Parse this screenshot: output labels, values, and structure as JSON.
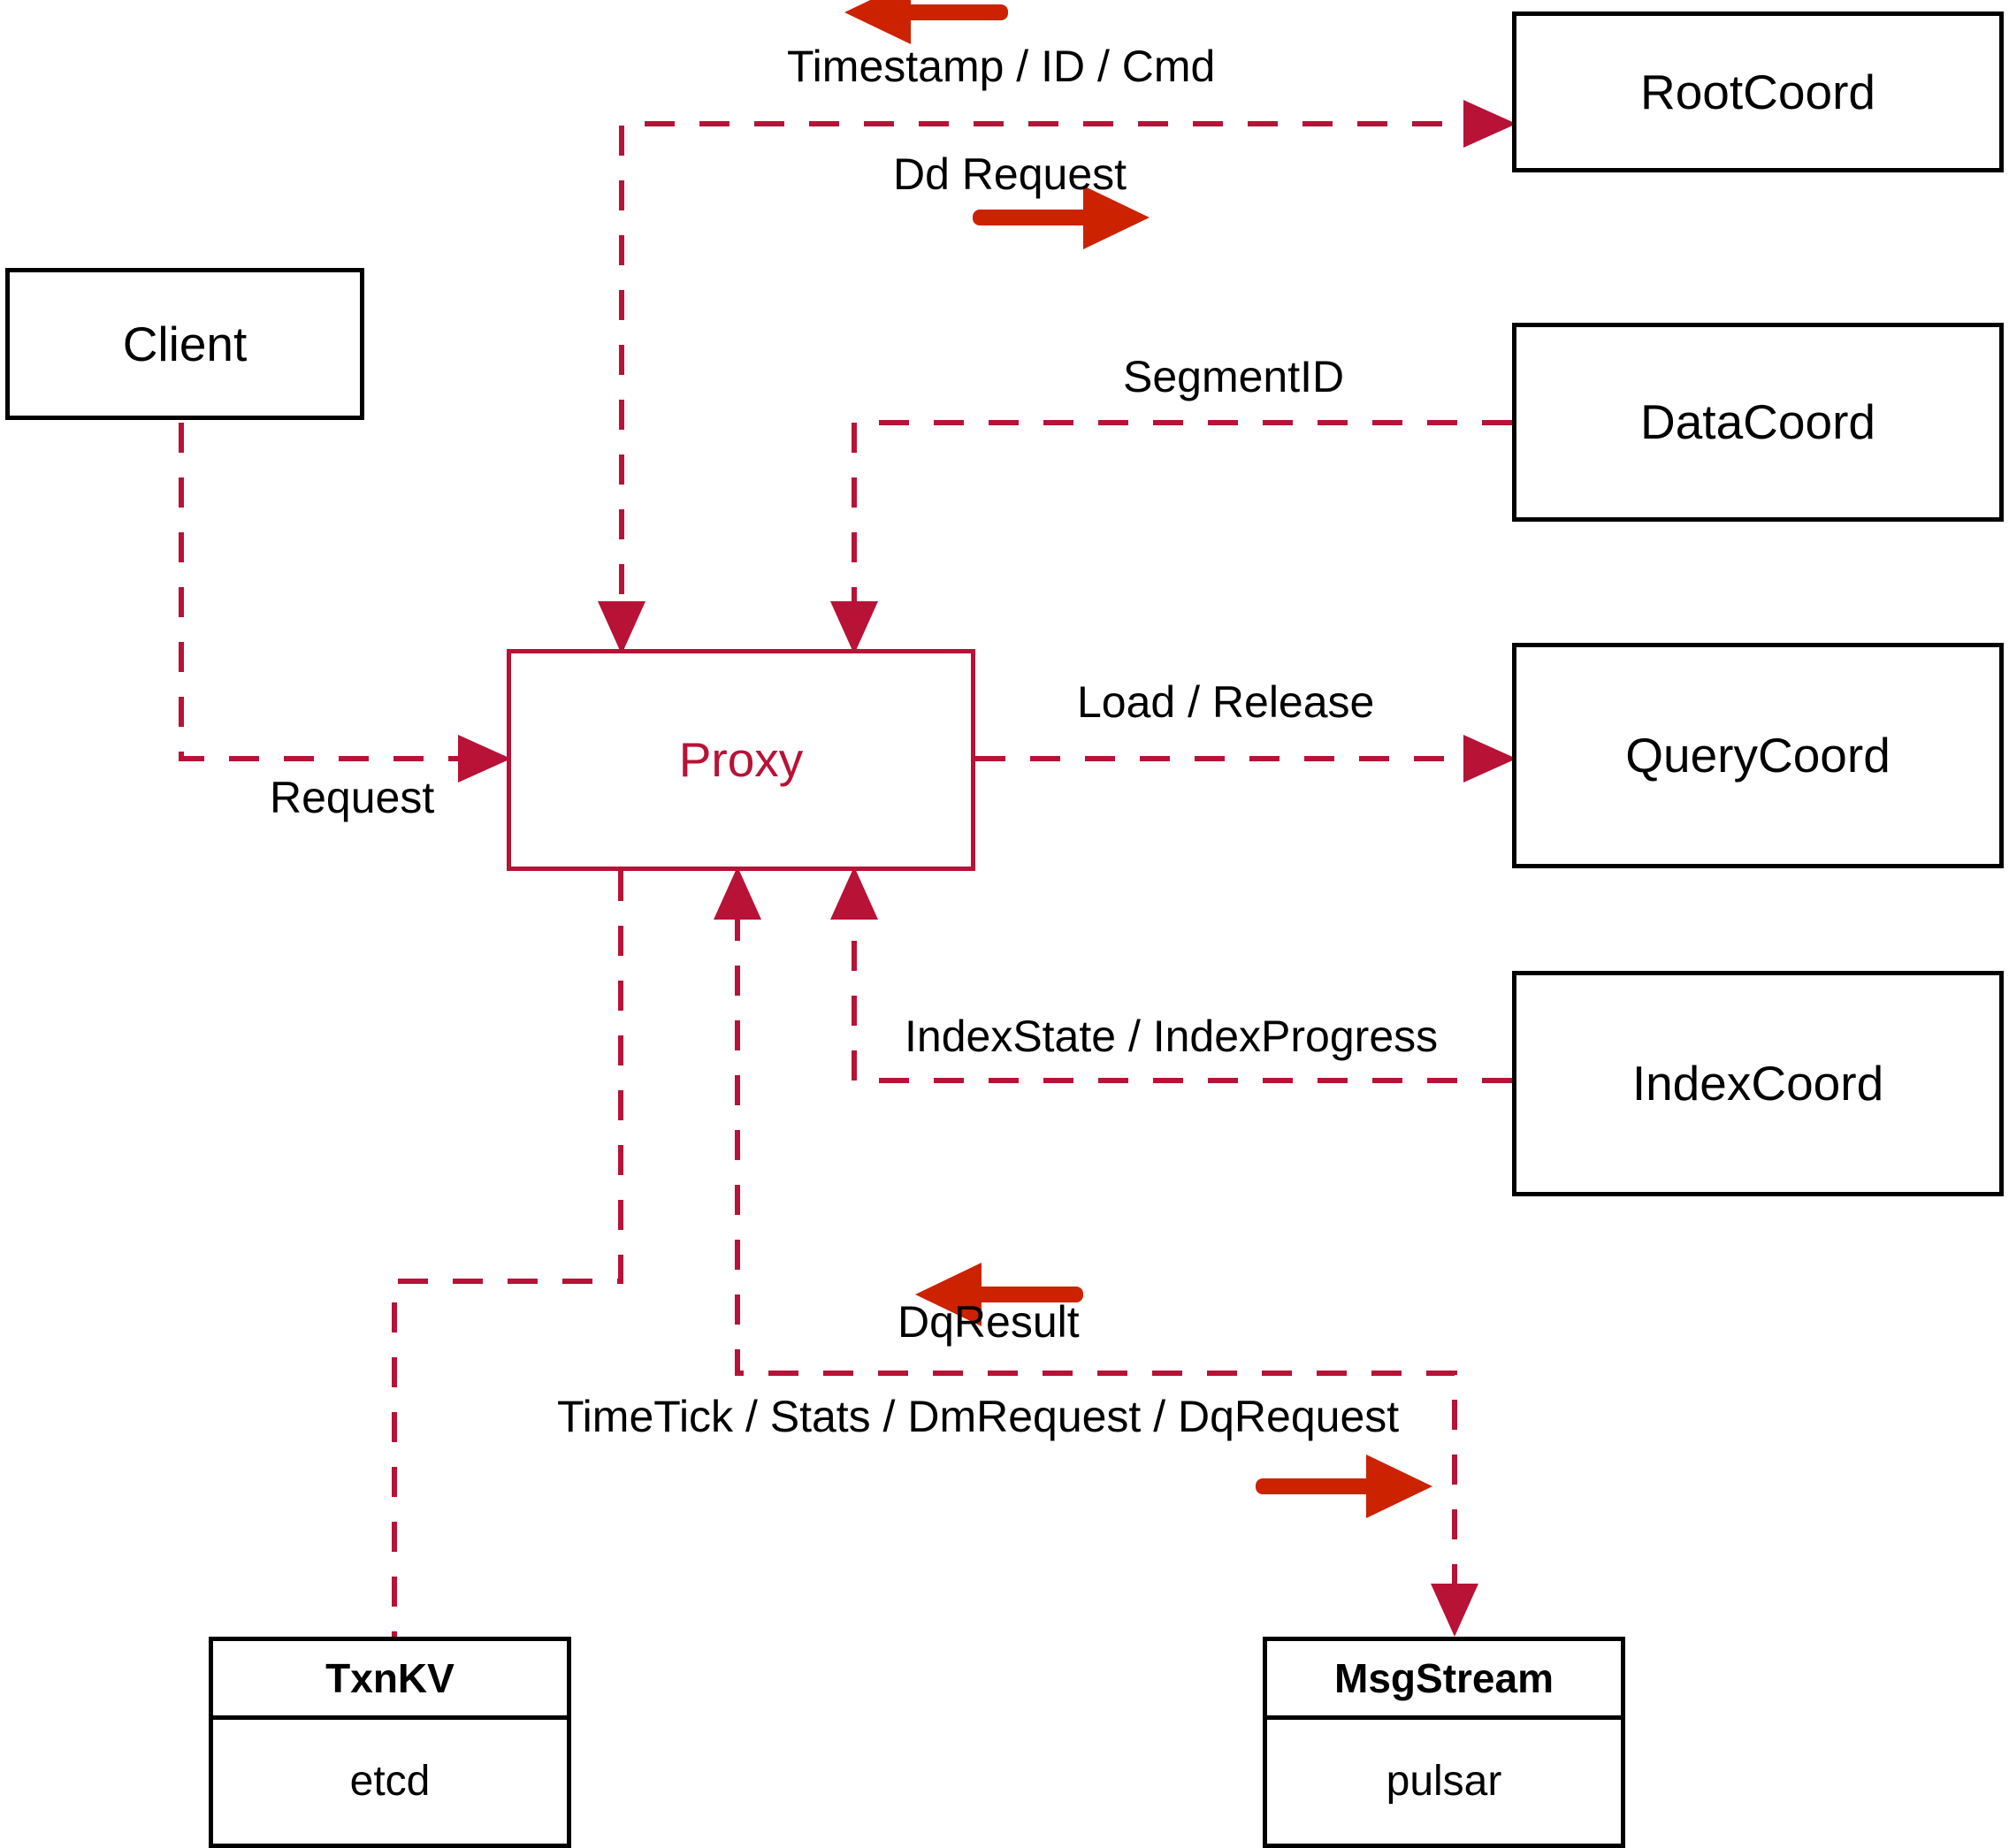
{
  "diagram": {
    "title": "Milvus Proxy interaction diagram",
    "colors": {
      "dashed_line": "#b81237",
      "solid_arrow": "#cc2200",
      "node_border": "#000000",
      "proxy_accent": "#b81237"
    },
    "nodes": [
      {
        "id": "client",
        "label": "Client"
      },
      {
        "id": "proxy",
        "label": "Proxy"
      },
      {
        "id": "rootcoord",
        "label": "RootCoord"
      },
      {
        "id": "datacoord",
        "label": "DataCoord"
      },
      {
        "id": "querycoord",
        "label": "QueryCoord"
      },
      {
        "id": "indexcoord",
        "label": "IndexCoord"
      }
    ],
    "stores": [
      {
        "id": "txnkv",
        "title": "TxnKV",
        "impl": "etcd"
      },
      {
        "id": "msgstream",
        "title": "MsgStream",
        "impl": "pulsar"
      }
    ],
    "edges": [
      {
        "id": "timestamp-id-cmd",
        "label": "Timestamp / ID / Cmd",
        "from": "rootcoord",
        "to": "proxy",
        "marker": "solid-left"
      },
      {
        "id": "dd-request",
        "label": "Dd Request",
        "from": "proxy",
        "to": "rootcoord",
        "marker": "solid-right"
      },
      {
        "id": "segment-id",
        "label": "SegmentID",
        "from": "datacoord",
        "to": "proxy",
        "marker": "none"
      },
      {
        "id": "load-release",
        "label": "Load / Release",
        "from": "proxy",
        "to": "querycoord",
        "marker": "none"
      },
      {
        "id": "index-state",
        "label": "IndexState / IndexProgress",
        "from": "indexcoord",
        "to": "proxy",
        "marker": "none"
      },
      {
        "id": "request",
        "label": "Request",
        "from": "client",
        "to": "proxy",
        "marker": "none"
      },
      {
        "id": "dq-result",
        "label": "DqResult",
        "from": "msgstream",
        "to": "proxy",
        "marker": "solid-left"
      },
      {
        "id": "timetick-stats",
        "label": "TimeTick / Stats / DmRequest / DqRequest",
        "from": "proxy",
        "to": "msgstream",
        "marker": "solid-right"
      }
    ]
  }
}
